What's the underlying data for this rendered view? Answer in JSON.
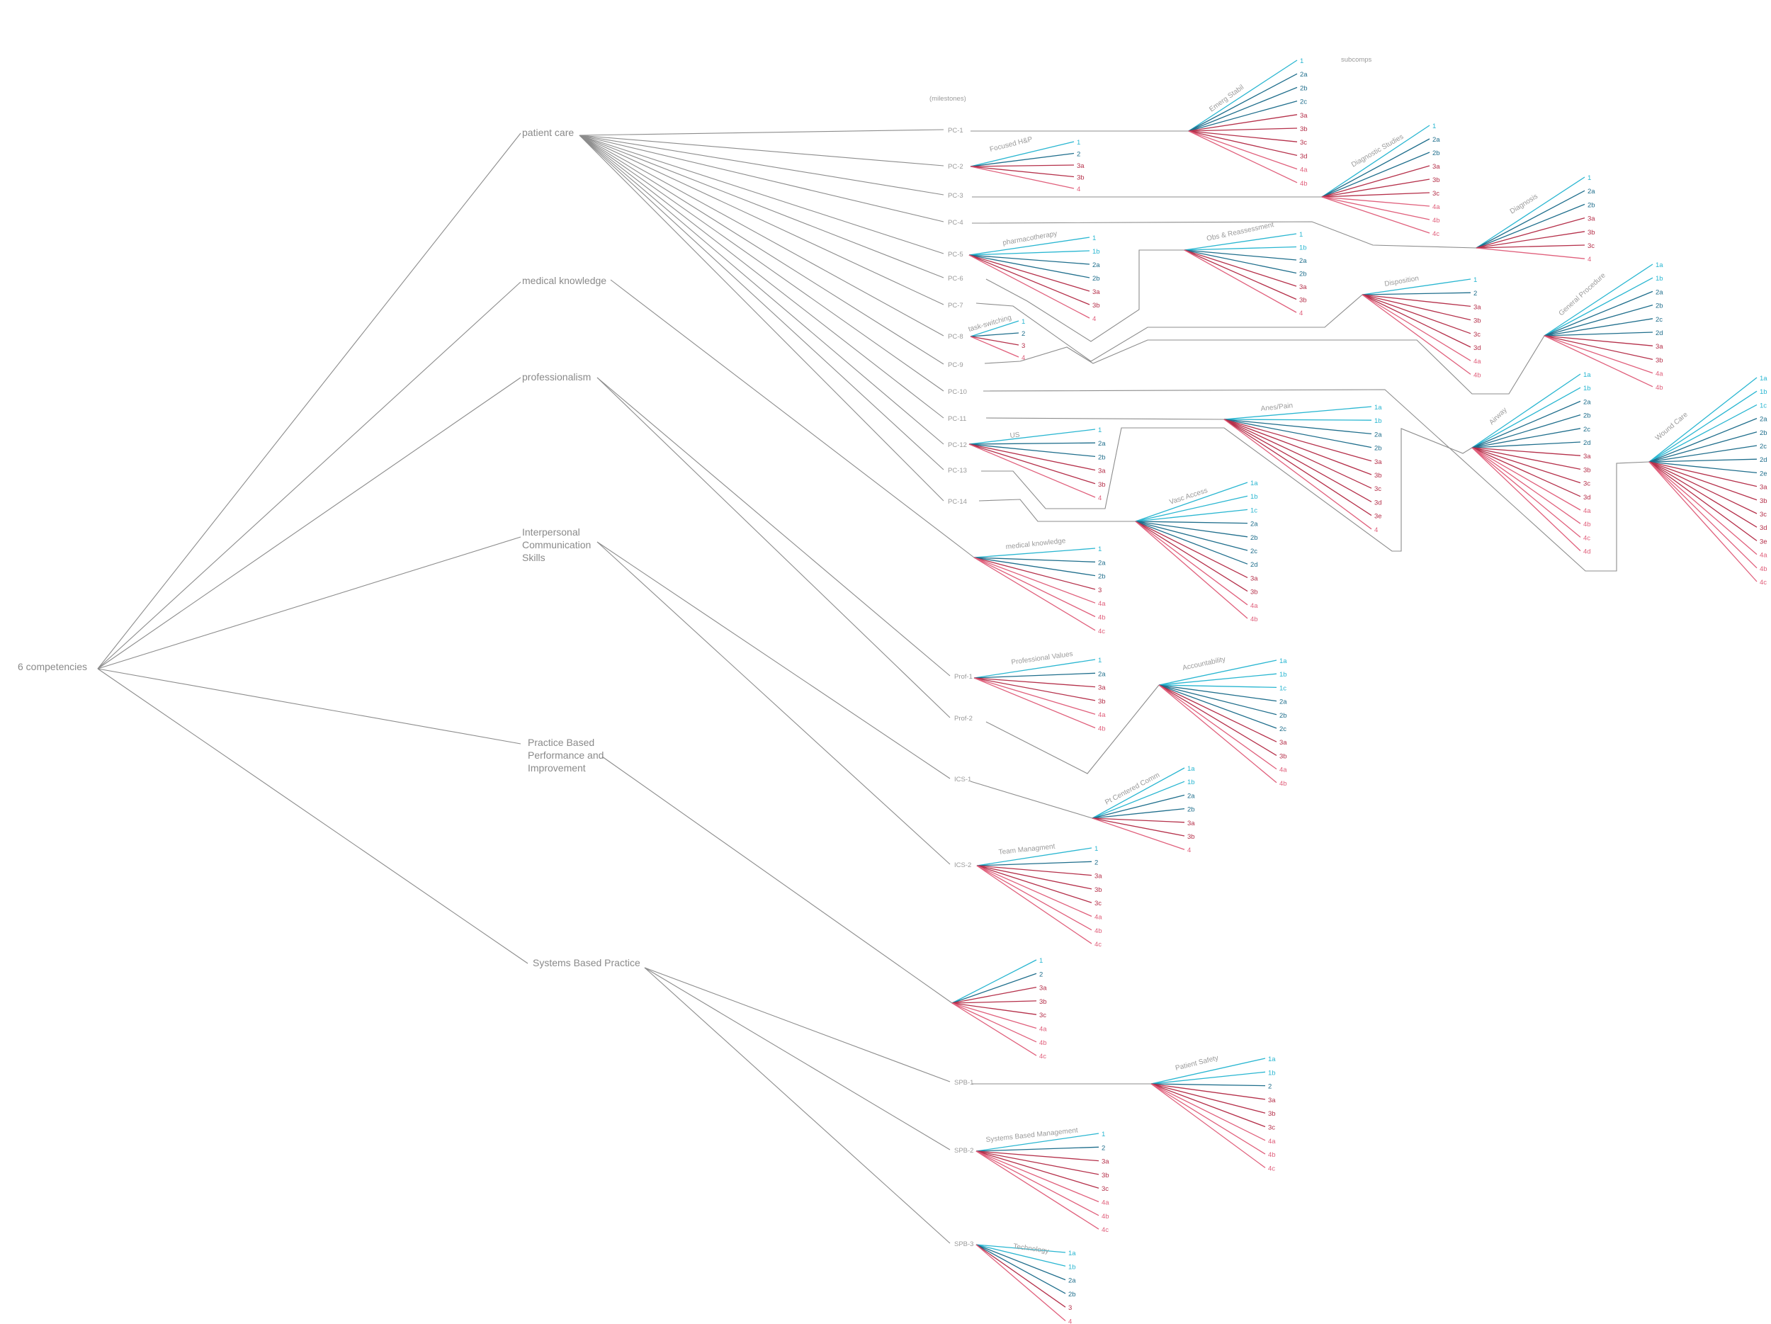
{
  "root": "6 competencies",
  "notes": {
    "milestones": "(milestones)",
    "subcomps": "subcomps"
  },
  "colors": {
    "line": "#8c8c8c",
    "text": "#8a8a8a",
    "level1": "#29b6d1",
    "level2": "#1f6e8c",
    "level3": "#b5304a",
    "level4": "#e0607c"
  },
  "competencies": [
    {
      "label": "patient care"
    },
    {
      "label": "medical knowledge"
    },
    {
      "label": "professionalism"
    },
    {
      "label": "Interpersonal Communication Skills",
      "lines": [
        "Interpersonal",
        "Communication",
        "Skills"
      ]
    },
    {
      "label": "Practice Based Performance and Improvement",
      "lines": [
        "Practice Based",
        "Performance and",
        "Improvement"
      ]
    },
    {
      "label": "Systems Based Practice"
    }
  ],
  "milestones": [
    "PC-1",
    "PC-2",
    "PC-3",
    "PC-4",
    "PC-5",
    "PC-6",
    "PC-7",
    "PC-8",
    "PC-9",
    "PC-10",
    "PC-11",
    "PC-12",
    "PC-13",
    "PC-14",
    "Prof-1",
    "Prof-2",
    "ICS-1",
    "ICS-2",
    "SPB-1",
    "SPB-2",
    "SPB-3"
  ],
  "groups": [
    {
      "label": "Emerg Stabil",
      "items": [
        "1",
        "2a",
        "2b",
        "2c",
        "3a",
        "3b",
        "3c",
        "3d",
        "4a",
        "4b"
      ]
    },
    {
      "label": "Focused H&P",
      "items": [
        "1",
        "2",
        "3a",
        "3b",
        "4"
      ]
    },
    {
      "label": "Diagnostic Studies",
      "items": [
        "1",
        "2a",
        "2b",
        "3a",
        "3b",
        "3c",
        "4a",
        "4b",
        "4c"
      ]
    },
    {
      "label": "Diagnosis",
      "items": [
        "1",
        "2a",
        "2b",
        "3a",
        "3b",
        "3c",
        "4"
      ]
    },
    {
      "label": "pharmacotherapy",
      "items": [
        "1",
        "1b",
        "2a",
        "2b",
        "3a",
        "3b",
        "4"
      ]
    },
    {
      "label": "Obs & Reassessment",
      "items": [
        "1",
        "1b",
        "2a",
        "2b",
        "3a",
        "3b",
        "4"
      ]
    },
    {
      "label": "Disposition",
      "items": [
        "1",
        "2",
        "3a",
        "3b",
        "3c",
        "3d",
        "4a",
        "4b"
      ]
    },
    {
      "label": "task-switching",
      "items": [
        "1",
        "2",
        "3",
        "4"
      ]
    },
    {
      "label": "General Procedure",
      "items": [
        "1a",
        "1b",
        "2a",
        "2b",
        "2c",
        "2d",
        "3a",
        "3b",
        "4a",
        "4b"
      ]
    },
    {
      "label": "Airway",
      "items": [
        "1a",
        "1b",
        "2a",
        "2b",
        "2c",
        "2d",
        "3a",
        "3b",
        "3c",
        "3d",
        "4a",
        "4b",
        "4c",
        "4d"
      ]
    },
    {
      "label": "Anes/Pain",
      "items": [
        "1a",
        "1b",
        "2a",
        "2b",
        "3a",
        "3b",
        "3c",
        "3d",
        "3e",
        "4"
      ]
    },
    {
      "label": "US",
      "items": [
        "1",
        "2a",
        "2b",
        "3a",
        "3b",
        "4"
      ]
    },
    {
      "label": "Wound Care",
      "items": [
        "1a",
        "1b",
        "1c",
        "2a",
        "2b",
        "2c",
        "2d",
        "2e",
        "3a",
        "3b",
        "3c",
        "3d",
        "3e",
        "4a",
        "4b",
        "4c"
      ]
    },
    {
      "label": "Vasc Access",
      "items": [
        "1a",
        "1b",
        "1c",
        "2a",
        "2b",
        "2c",
        "2d",
        "3a",
        "3b",
        "4a",
        "4b"
      ]
    },
    {
      "label": "medical knowledge",
      "items": [
        "1",
        "2a",
        "2b",
        "3",
        "4a",
        "4b",
        "4c"
      ]
    },
    {
      "label": "Professional Values",
      "items": [
        "1",
        "2a",
        "3a",
        "3b",
        "4a",
        "4b"
      ]
    },
    {
      "label": "Accountability",
      "items": [
        "1a",
        "1b",
        "1c",
        "2a",
        "2b",
        "2c",
        "3a",
        "3b",
        "4a",
        "4b"
      ]
    },
    {
      "label": "Pt Centered Comm",
      "items": [
        "1a",
        "1b",
        "2a",
        "2b",
        "3a",
        "3b",
        "4"
      ]
    },
    {
      "label": "Team Managment",
      "items": [
        "1",
        "2",
        "3a",
        "3b",
        "3c",
        "4a",
        "4b",
        "4c"
      ]
    },
    {
      "label": "",
      "items": [
        "1",
        "2",
        "3a",
        "3b",
        "3c",
        "4a",
        "4b",
        "4c"
      ]
    },
    {
      "label": "Patient Safety",
      "items": [
        "1a",
        "1b",
        "2",
        "3a",
        "3b",
        "3c",
        "4a",
        "4b",
        "4c"
      ]
    },
    {
      "label": "Systems Based Management",
      "items": [
        "1",
        "2",
        "3a",
        "3b",
        "3c",
        "4a",
        "4b",
        "4c"
      ]
    },
    {
      "label": "Technology",
      "items": [
        "1a",
        "1b",
        "2a",
        "2b",
        "3",
        "4"
      ]
    }
  ]
}
